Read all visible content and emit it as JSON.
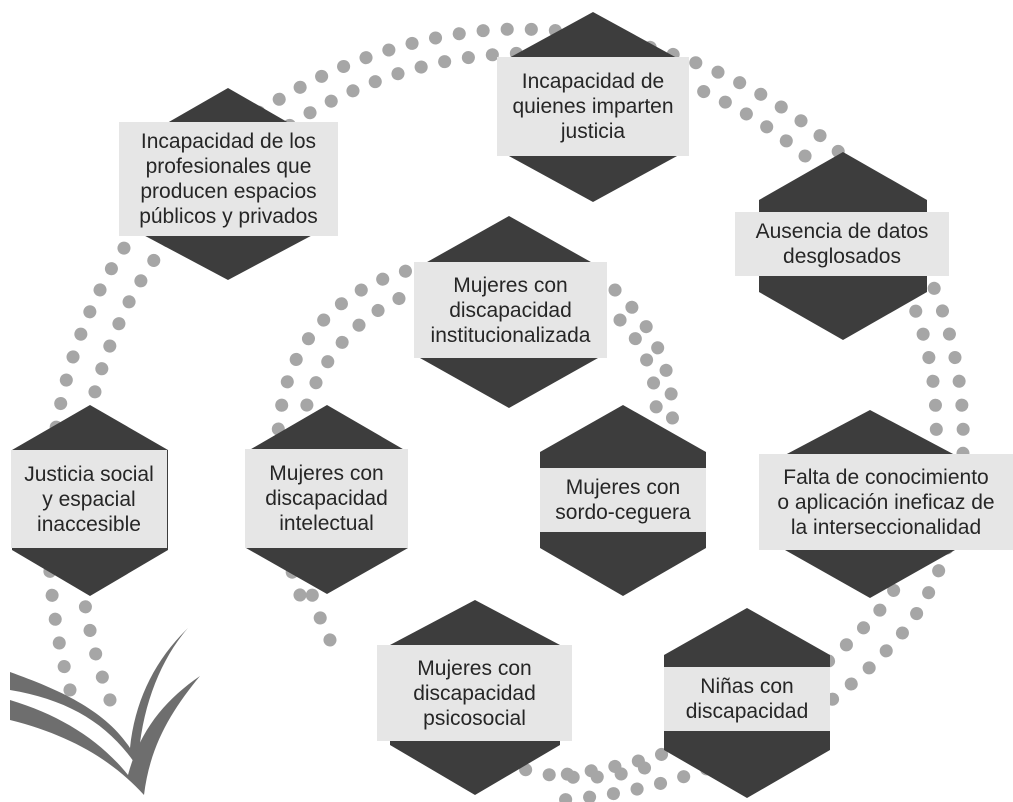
{
  "outer_ring": {
    "nodes": [
      {
        "id": "incapacidad-profesionales",
        "label": "Incapacidad de los\nprofesionales que\nproducen espacios\npúblicos y privados"
      },
      {
        "id": "incapacidad-justicia",
        "label": "Incapacidad de\nquienes imparten\njusticia"
      },
      {
        "id": "ausencia-datos",
        "label": "Ausencia de datos\ndesglosados"
      },
      {
        "id": "falta-conocimiento",
        "label": "Falta de conocimiento\no aplicación ineficaz de\nla interseccionalidad"
      },
      {
        "id": "justicia-social",
        "label": "Justicia social\ny espacial\ninaccesible"
      }
    ]
  },
  "inner_ring": {
    "nodes": [
      {
        "id": "institucionalizada",
        "label": "Mujeres con\ndiscapacidad\ninstitucionalizada"
      },
      {
        "id": "intelectual",
        "label": "Mujeres con\ndiscapacidad\nintelectual"
      },
      {
        "id": "sordo-ceguera",
        "label": "Mujeres con\nsordo-ceguera"
      },
      {
        "id": "psicosocial",
        "label": "Mujeres con\ndiscapacidad\npsicosocial"
      },
      {
        "id": "ninas",
        "label": "Niñas con\ndiscapacidad"
      }
    ]
  },
  "colors": {
    "hexagon": "#3d3d3d",
    "label_bg": "#e6e6e6",
    "text": "#262626",
    "dots": "#a6a6a6",
    "logo": "#6e6e6e"
  }
}
